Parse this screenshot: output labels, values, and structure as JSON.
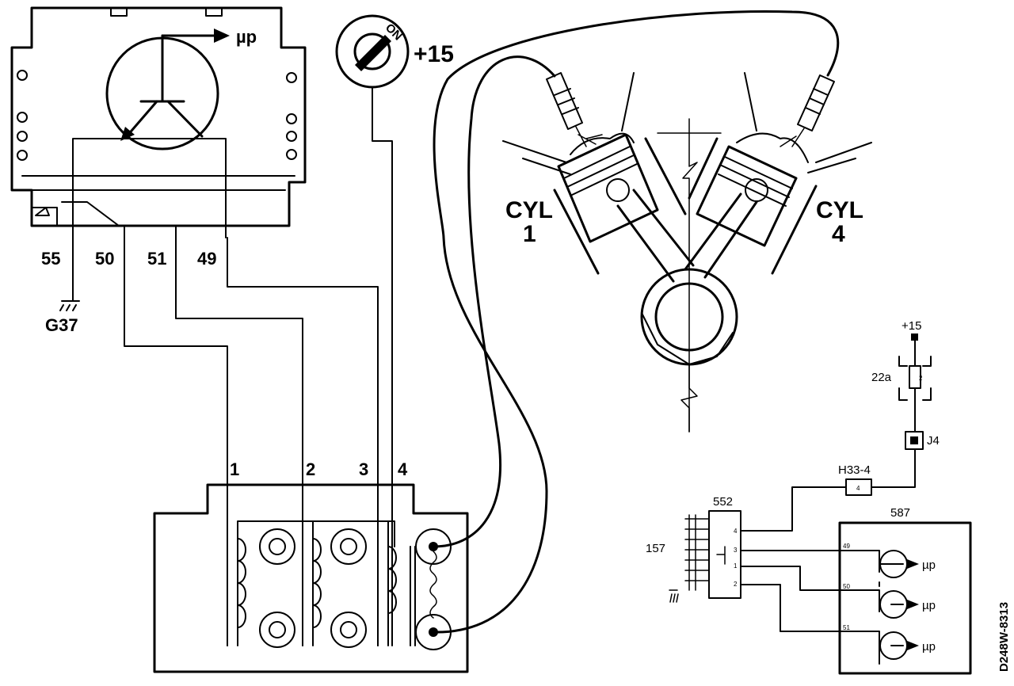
{
  "module": {
    "output_label": "µp",
    "terminals": [
      "55",
      "50",
      "51",
      "49"
    ],
    "ground_label": "G37"
  },
  "ignition_switch": {
    "position_label": "ON",
    "supply_label": "+15"
  },
  "engine": {
    "cylinder_left": [
      "CYL",
      "1"
    ],
    "cylinder_right": [
      "CYL",
      "4"
    ]
  },
  "coil_pack": {
    "terminals": [
      "1",
      "2",
      "3",
      "4"
    ]
  },
  "detail_circuit": {
    "supply_label": "+15",
    "fuse_label": "22a",
    "fuse_number": "2",
    "splice_label": "J4",
    "connector_label": "H33-4",
    "connector_pin": "4",
    "coil_connector_label": "552",
    "coil_connector_pins": [
      "4",
      "3",
      "1",
      "2"
    ],
    "coil_label": "157",
    "ecu_label": "587",
    "ecu_pins": [
      "49",
      "50",
      "51"
    ],
    "ecu_outputs": [
      "µp",
      "µp",
      "µp"
    ]
  },
  "figure_code": "D248W-8313"
}
